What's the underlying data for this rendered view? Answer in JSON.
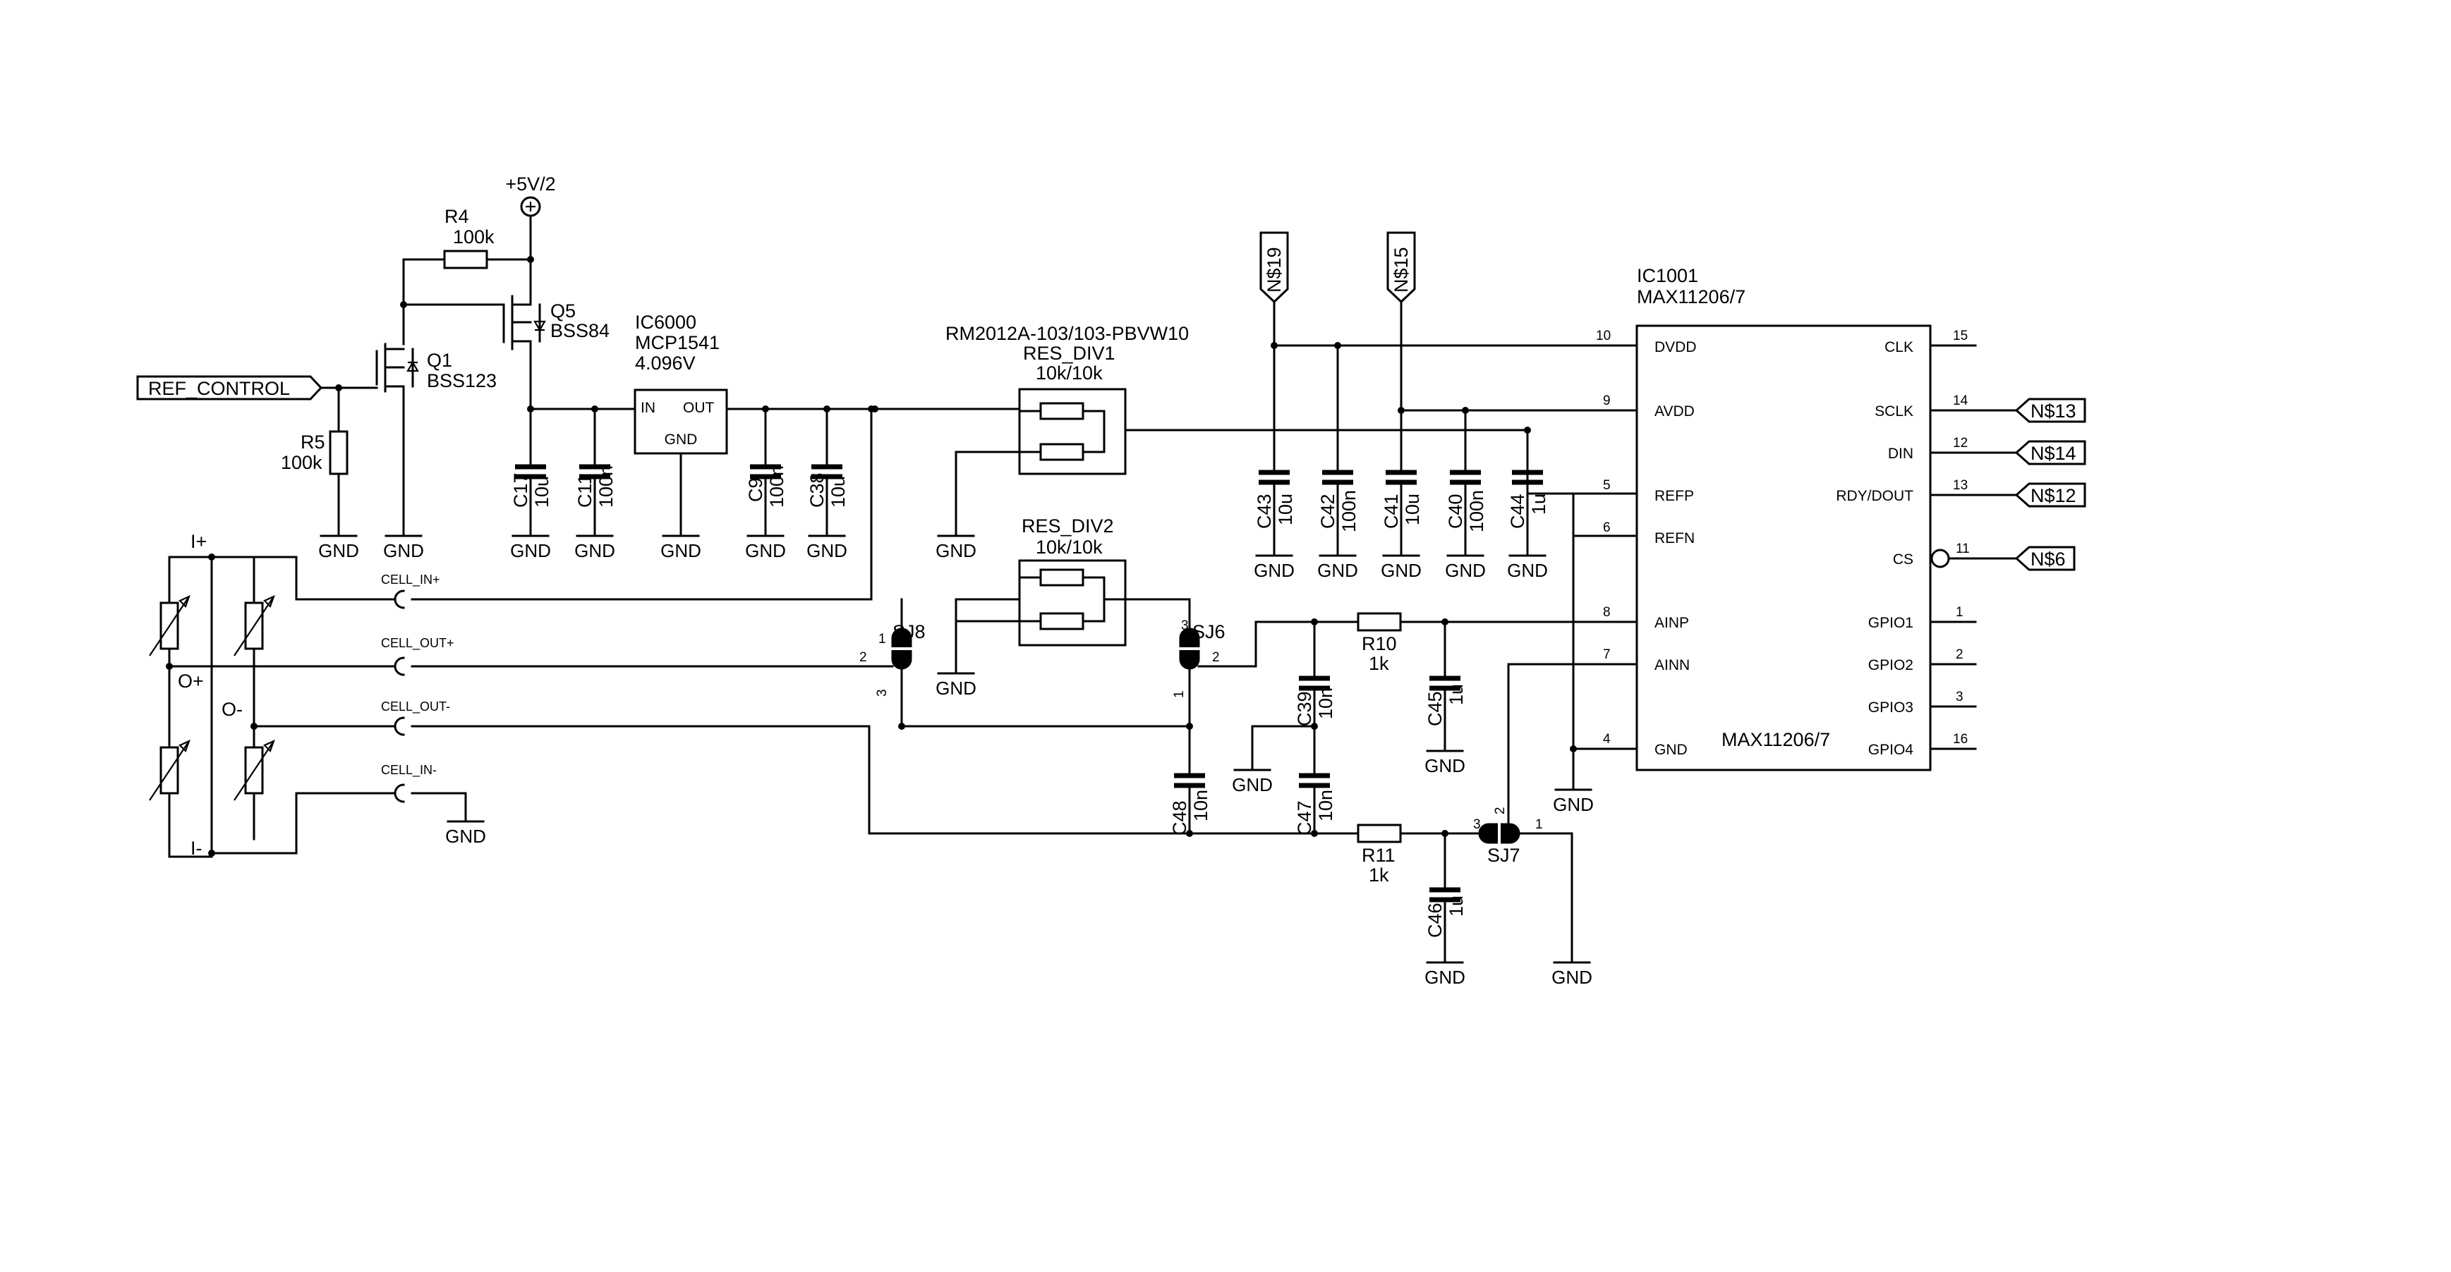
{
  "power": {
    "vcc": "+5V/2",
    "gnd": "GND"
  },
  "ports": {
    "ref_control": "REF_CONTROL",
    "n19": "N$19",
    "n15": "N$15",
    "n13": "N$13",
    "n14": "N$14",
    "n12": "N$12",
    "n6": "N$6"
  },
  "components": {
    "r4": {
      "ref": "R4",
      "value": "100k"
    },
    "r5": {
      "ref": "R5",
      "value": "100k"
    },
    "r10": {
      "ref": "R10",
      "value": "1k"
    },
    "r11": {
      "ref": "R11",
      "value": "1k"
    },
    "q1": {
      "ref": "Q1",
      "value": "BSS123"
    },
    "q5": {
      "ref": "Q5",
      "value": "BSS84"
    },
    "ic6000": {
      "ref": "IC6000",
      "part": "MCP1541",
      "value": "4.096V",
      "pin_in": "IN",
      "pin_out": "OUT",
      "pin_gnd": "GND"
    },
    "res_div1": {
      "part": "RM2012A-103/103-PBVW10",
      "ref": "RES_DIV1",
      "value": "10k/10k"
    },
    "res_div2": {
      "ref": "RES_DIV2",
      "value": "10k/10k"
    },
    "caps": [
      {
        "ref": "C17",
        "value": "10u"
      },
      {
        "ref": "C11",
        "value": "100n"
      },
      {
        "ref": "C9",
        "value": "100n"
      },
      {
        "ref": "C38",
        "value": "10u"
      },
      {
        "ref": "C43",
        "value": "10u"
      },
      {
        "ref": "C42",
        "value": "100n"
      },
      {
        "ref": "C41",
        "value": "10u"
      },
      {
        "ref": "C40",
        "value": "100n"
      },
      {
        "ref": "C44",
        "value": "1u"
      },
      {
        "ref": "C39",
        "value": "10n"
      },
      {
        "ref": "C45",
        "value": "1u"
      },
      {
        "ref": "C47",
        "value": "10n"
      },
      {
        "ref": "C48",
        "value": "10n"
      },
      {
        "ref": "C46",
        "value": "1u"
      }
    ],
    "sj8": {
      "ref": "SJ8",
      "pins": [
        "1",
        "2",
        "3"
      ]
    },
    "sj6": {
      "ref": "SJ6",
      "pins": [
        "1",
        "2",
        "3"
      ]
    },
    "sj7": {
      "ref": "SJ7",
      "pins": [
        "1",
        "2",
        "3"
      ]
    }
  },
  "bridge": {
    "i_plus": "I+",
    "i_minus": "I-",
    "o_plus": "O+",
    "o_minus": "O-"
  },
  "connectors": [
    "CELL_IN+",
    "CELL_OUT+",
    "CELL_OUT-",
    "CELL_IN-"
  ],
  "ic1001": {
    "ref": "IC1001",
    "part": "MAX11206/7",
    "body_label": "MAX11206/7",
    "left_pins": [
      {
        "num": "10",
        "name": "DVDD"
      },
      {
        "num": "9",
        "name": "AVDD"
      },
      {
        "num": "5",
        "name": "REFP"
      },
      {
        "num": "6",
        "name": "REFN"
      },
      {
        "num": "8",
        "name": "AINP"
      },
      {
        "num": "7",
        "name": "AINN"
      },
      {
        "num": "4",
        "name": "GND"
      }
    ],
    "right_pins": [
      {
        "num": "15",
        "name": "CLK"
      },
      {
        "num": "14",
        "name": "SCLK"
      },
      {
        "num": "12",
        "name": "DIN"
      },
      {
        "num": "13",
        "name": "RDY/DOUT"
      },
      {
        "num": "11",
        "name": "CS"
      },
      {
        "num": "1",
        "name": "GPIO1"
      },
      {
        "num": "2",
        "name": "GPIO2"
      },
      {
        "num": "3",
        "name": "GPIO3"
      },
      {
        "num": "16",
        "name": "GPIO4"
      }
    ]
  }
}
